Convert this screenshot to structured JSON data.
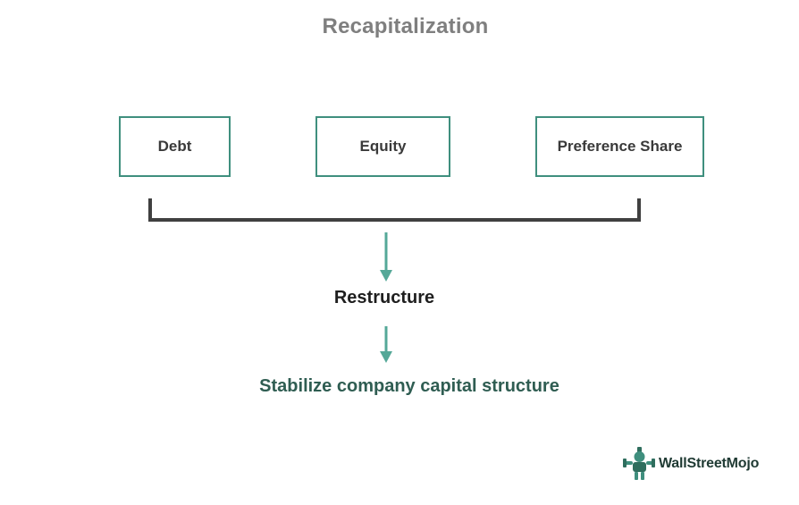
{
  "title": "Recapitalization",
  "sources": [
    {
      "label": "Debt"
    },
    {
      "label": "Equity"
    },
    {
      "label": "Preference Share"
    }
  ],
  "middle_step": "Restructure",
  "result": "Stabilize company capital structure",
  "branding": {
    "logo_text": "WallStreetMojo",
    "logo_icon": "mascot-icon"
  },
  "colors": {
    "accent": "#3f8f7e",
    "arrow": "#55a898",
    "bracket": "#404040",
    "title": "#7f7f7f",
    "result_text": "#2f5d52"
  }
}
